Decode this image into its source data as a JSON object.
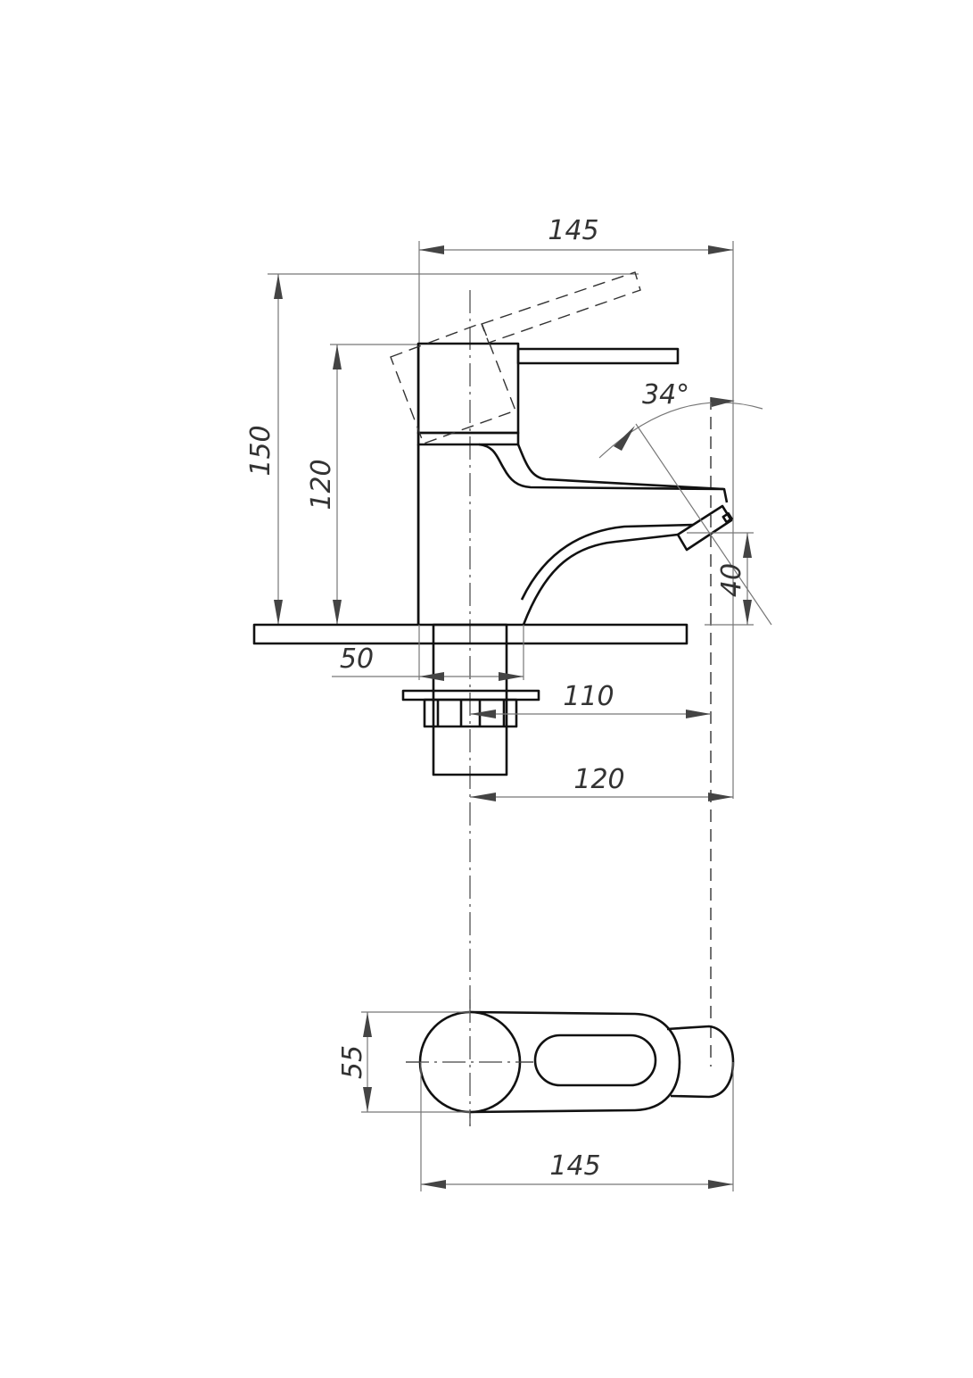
{
  "drawing": {
    "title": "Basin mixer technical drawing",
    "dimensions": {
      "overall_width_top": "145",
      "overall_height": "150",
      "body_height": "120",
      "lever_angle": "34°",
      "spout_height": "40",
      "pipe_width": "50",
      "spout_reach_110": "110",
      "spout_reach_120": "120",
      "top_view_width": "55",
      "top_view_length": "145"
    }
  }
}
